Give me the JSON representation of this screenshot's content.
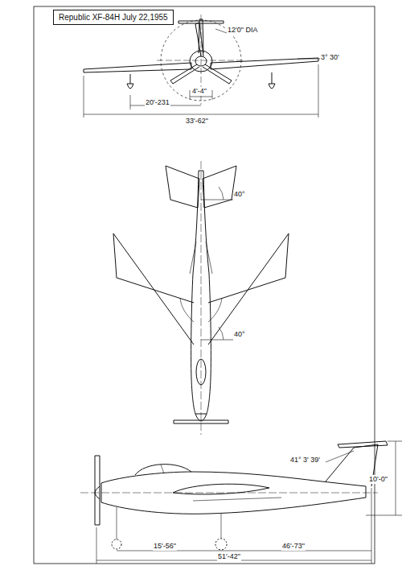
{
  "diagram": {
    "nodes": [
      {
        "text": [
          "Republic XF-84H  July 22,1955"
        ]
      }
    ],
    "labels": [
      "12'0\" DIA",
      "3° 30'",
      "4'-4\"",
      "20'-231",
      "33'-62\"",
      "40°",
      "40°",
      "41° 3' 39'",
      "10'-0\"",
      "15'-56\"",
      "46'-73\"",
      "51'-42\""
    ]
  }
}
